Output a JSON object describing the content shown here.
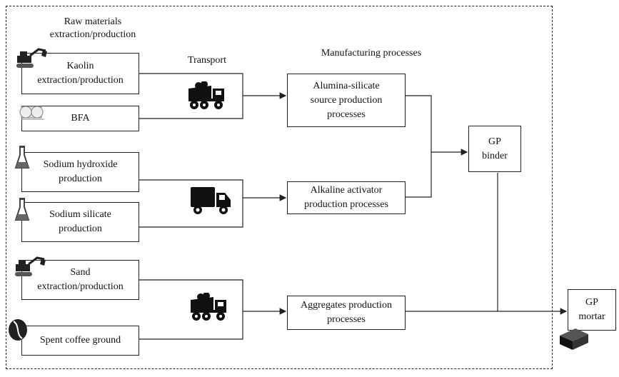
{
  "headers": {
    "raw": "Raw materials extraction/production",
    "transport": "Transport",
    "manufacturing": "Manufacturing processes"
  },
  "raw_materials": {
    "kaolin": "Kaolin extraction/production",
    "bfa": "BFA",
    "sodium_hydroxide": "Sodium hydroxide production",
    "sodium_silicate": "Sodium silicate production",
    "sand": "Sand extraction/production",
    "spent_coffee": "Spent coffee ground"
  },
  "processes": {
    "alumina": "Alumina-silicate source production processes",
    "alkaline": "Alkaline activator production processes",
    "aggregates": "Aggregates production processes"
  },
  "outputs": {
    "binder": "GP binder",
    "mortar": "GP mortar"
  },
  "icons": [
    "excavator-icon",
    "roller-icon",
    "flask-icon",
    "dump-truck-icon",
    "delivery-truck-icon",
    "coffee-bean-icon",
    "mortar-block-icon"
  ]
}
